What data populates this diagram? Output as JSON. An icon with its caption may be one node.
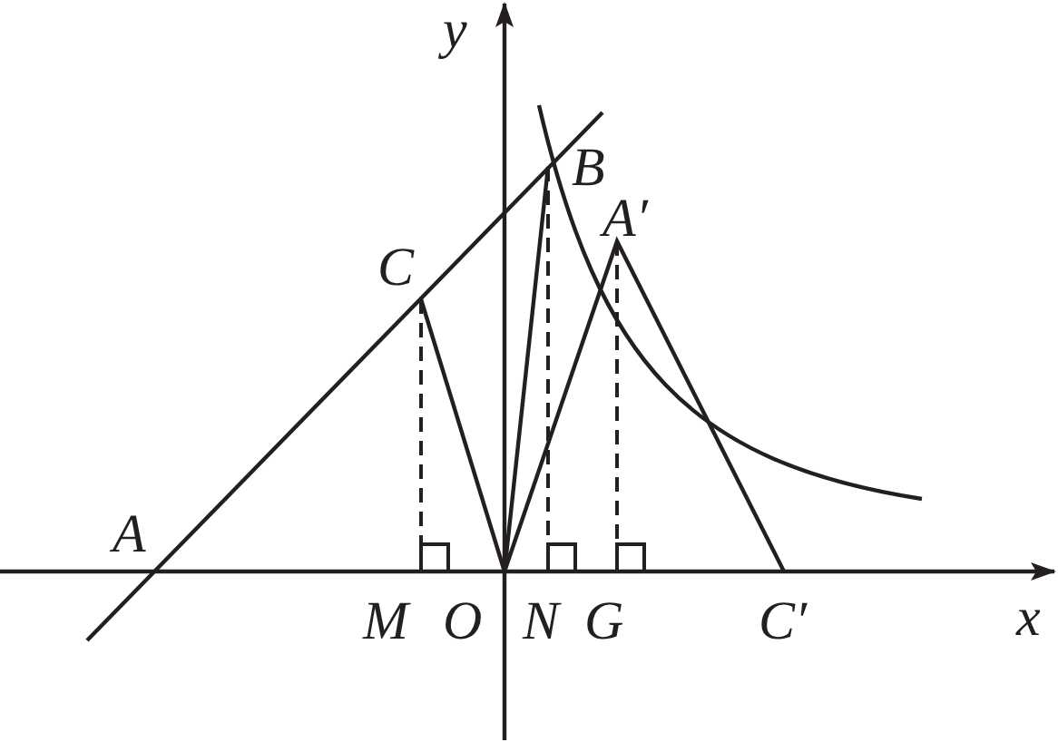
{
  "diagram": {
    "labels": [
      "y",
      "A",
      "B",
      "C",
      "A′",
      "M",
      "O",
      "N",
      "G",
      "C′",
      "x"
    ]
  }
}
